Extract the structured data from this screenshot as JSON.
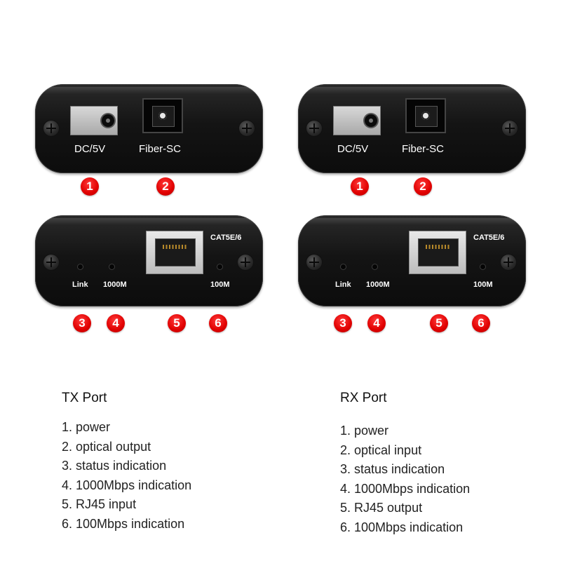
{
  "panel_labels": {
    "dc": "DC/5V",
    "fiber": "Fiber-SC",
    "cat": "CAT5E/6",
    "link": "Link",
    "gig": "1000M",
    "fast": "100M"
  },
  "badges": [
    "1",
    "2",
    "3",
    "4",
    "5",
    "6"
  ],
  "tx": {
    "title": "TX Port",
    "items": [
      "1. power",
      "2. optical output",
      "3. status indication",
      "4. 1000Mbps indication",
      "5. RJ45 input",
      "6. 100Mbps indication"
    ]
  },
  "rx": {
    "title": "RX Port",
    "items": [
      "1. power",
      "2. optical input",
      "3. status indication",
      "4. 1000Mbps indication",
      "5. RJ45 output",
      "6. 100Mbps indication"
    ]
  },
  "colors": {
    "badge": "#e00000",
    "panel": "#141414",
    "text": "#222222"
  }
}
